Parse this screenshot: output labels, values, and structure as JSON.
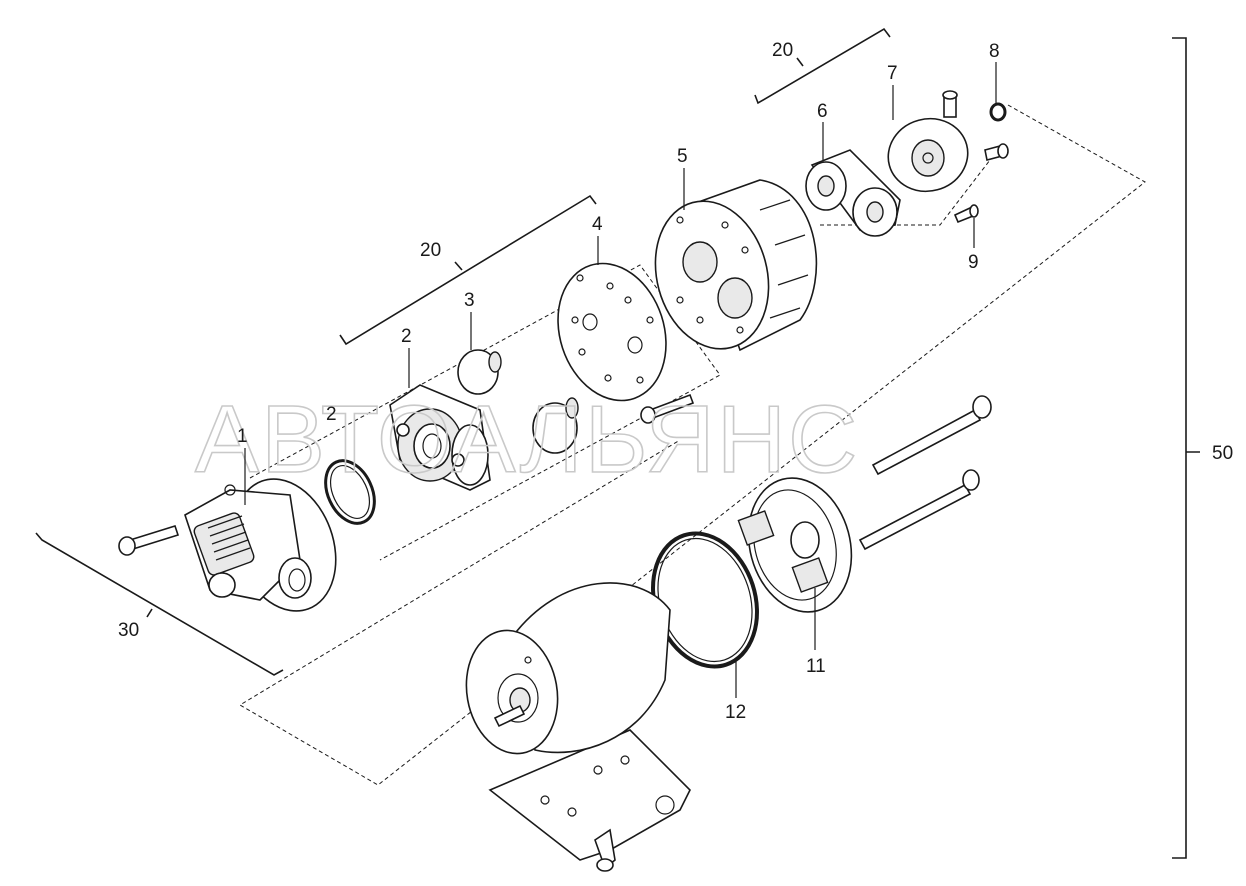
{
  "watermark": "АВТОАЛЬЯНС",
  "callouts": {
    "c1": "1",
    "c2a": "2",
    "c2b": "2",
    "c3": "3",
    "c4": "4",
    "c5": "5",
    "c6": "6",
    "c7": "7",
    "c8": "8",
    "c9": "9",
    "c11": "11",
    "c12": "12"
  },
  "groups": {
    "g20_top": "20",
    "g20_mid": "20",
    "g30": "30",
    "g50": "50"
  }
}
